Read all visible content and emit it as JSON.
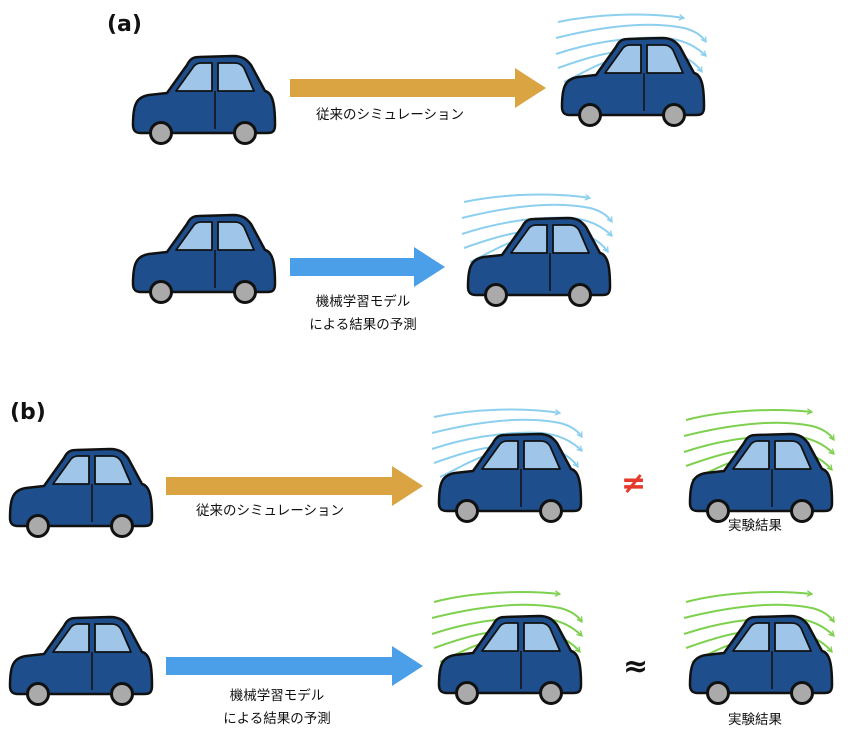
{
  "panels": {
    "a": "(a)",
    "b": "(b)"
  },
  "labels": {
    "conventional_sim": "従来のシミュレーション",
    "ml_pred_line1": "機械学習モデル",
    "ml_pred_line2": "による結果の予測",
    "experiment": "実験結果"
  },
  "symbols": {
    "not_equal": "≠",
    "approx": "≈"
  },
  "colors": {
    "car_body": "#1e4f8c",
    "car_window": "#9fc6e8",
    "orange_arrow": "#d9a441",
    "blue_arrow": "#4a9fe8",
    "sim_flow": "#8ccfee",
    "exp_flow": "#7ed04f",
    "not_equal": "#e53a2b",
    "approx": "#111111"
  },
  "icons": [
    "car-icon",
    "airflow-icon",
    "arrow-icon"
  ]
}
